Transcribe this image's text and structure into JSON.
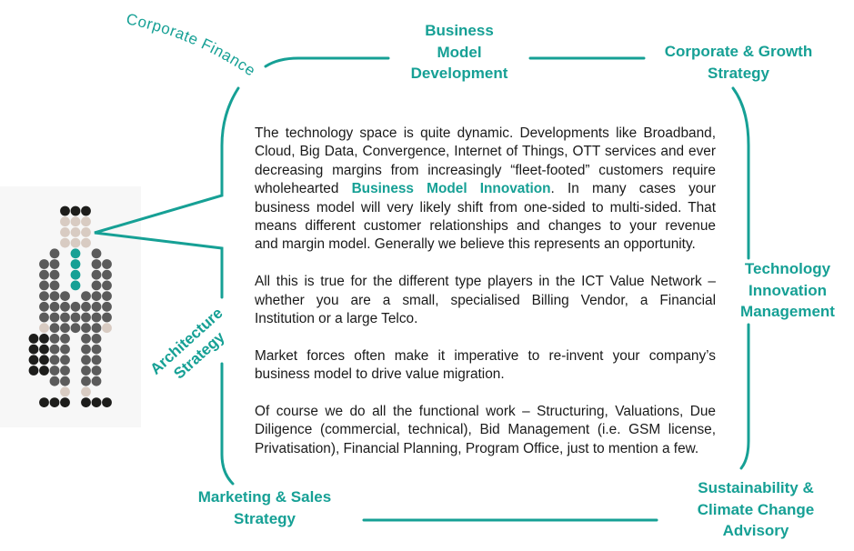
{
  "colors": {
    "accent": "#16a095",
    "text": "#1a1a1a",
    "dot_black": "#1d1d1b",
    "dot_grey": "#5b5b5b",
    "dot_beige": "#d8cbc2"
  },
  "labels": {
    "corporate_finance": "Corporate Finance",
    "business_model_development": [
      "Business",
      "Model",
      "Development"
    ],
    "corporate_growth_strategy": [
      "Corporate & Growth",
      "Strategy"
    ],
    "technology_innovation_management": [
      "Technology",
      "Innovation",
      "Management"
    ],
    "sustainability_climate_change": [
      "Sustainability &",
      "Climate Change",
      "Advisory"
    ],
    "marketing_sales_strategy": [
      "Marketing & Sales",
      "Strategy"
    ],
    "architecture_strategy": [
      "Architecture",
      "Strategy"
    ]
  },
  "body": {
    "p1": {
      "l1": "The technology space is quite dynamic. Developments like Broadband,",
      "l2": "Cloud, Big Data, Convergence, Internet of Things, OTT services and ever",
      "l3": "decreasing margins from increasingly “fleet-footed” customers require",
      "l4a": "wholehearted ",
      "l4_highlight": "Business Model Innovation",
      "l4b": ". In many cases your",
      "l5": "business model will very likely shift from one-sided to multi-sided. That",
      "l6": "means different customer relationships and changes to your revenue",
      "l7": "and margin model. Generally we believe this represents an opportunity."
    },
    "p2": [
      "All this is true for the different type players in the ICT Value Network –",
      "whether you are a small, specialised Billing Vendor, a Financial",
      "Institution or a large Telco."
    ],
    "p3": [
      "Market forces often make it imperative to re-invent your company’s",
      "business model to drive value migration."
    ],
    "p4": [
      "Of course we do all the functional work – Structuring, Valuations, Due",
      "Diligence (commercial, technical), Bid Management (i.e. GSM license,",
      "Privatisation), Financial Planning, Program Office, just to mention a few."
    ]
  }
}
